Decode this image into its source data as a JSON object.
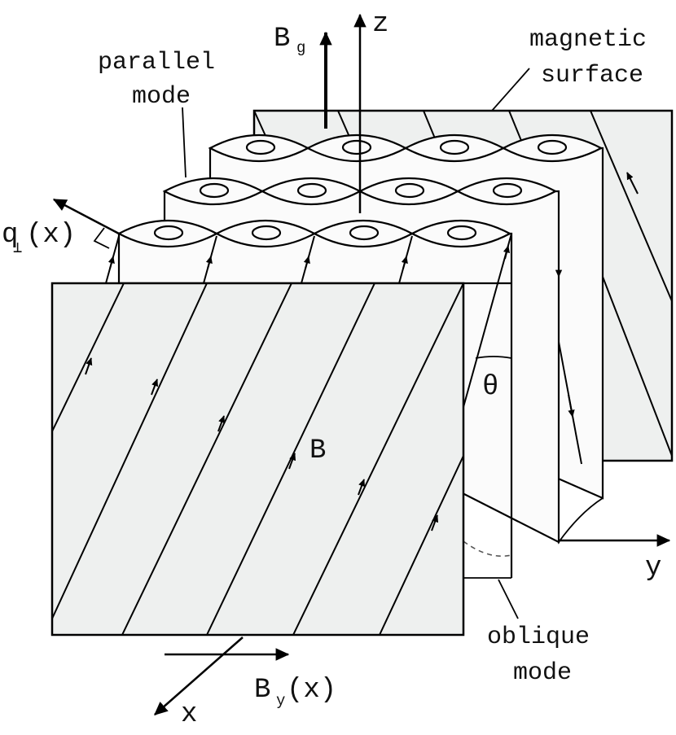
{
  "labels": {
    "z_axis": "z",
    "y_axis": "y",
    "x_axis": "x",
    "b_g": "B",
    "b_g_sub": "g",
    "b_y": "B",
    "b_y_sub": "y",
    "b_y_arg": "(x)",
    "field": "B",
    "q_perp": "q",
    "q_perp_sub": "⊥",
    "q_perp_arg": "(x)",
    "theta": "θ",
    "parallel_mode_line1": "parallel",
    "parallel_mode_line2": "mode",
    "magnetic_surface_line1": "magnetic",
    "magnetic_surface_line2": "surface",
    "oblique_mode_line1": "oblique",
    "oblique_mode_line2": "mode"
  },
  "colors": {
    "panel_fill": "#eef0ef",
    "tube_fill": "#fbfbfb",
    "stroke": "#000000"
  }
}
